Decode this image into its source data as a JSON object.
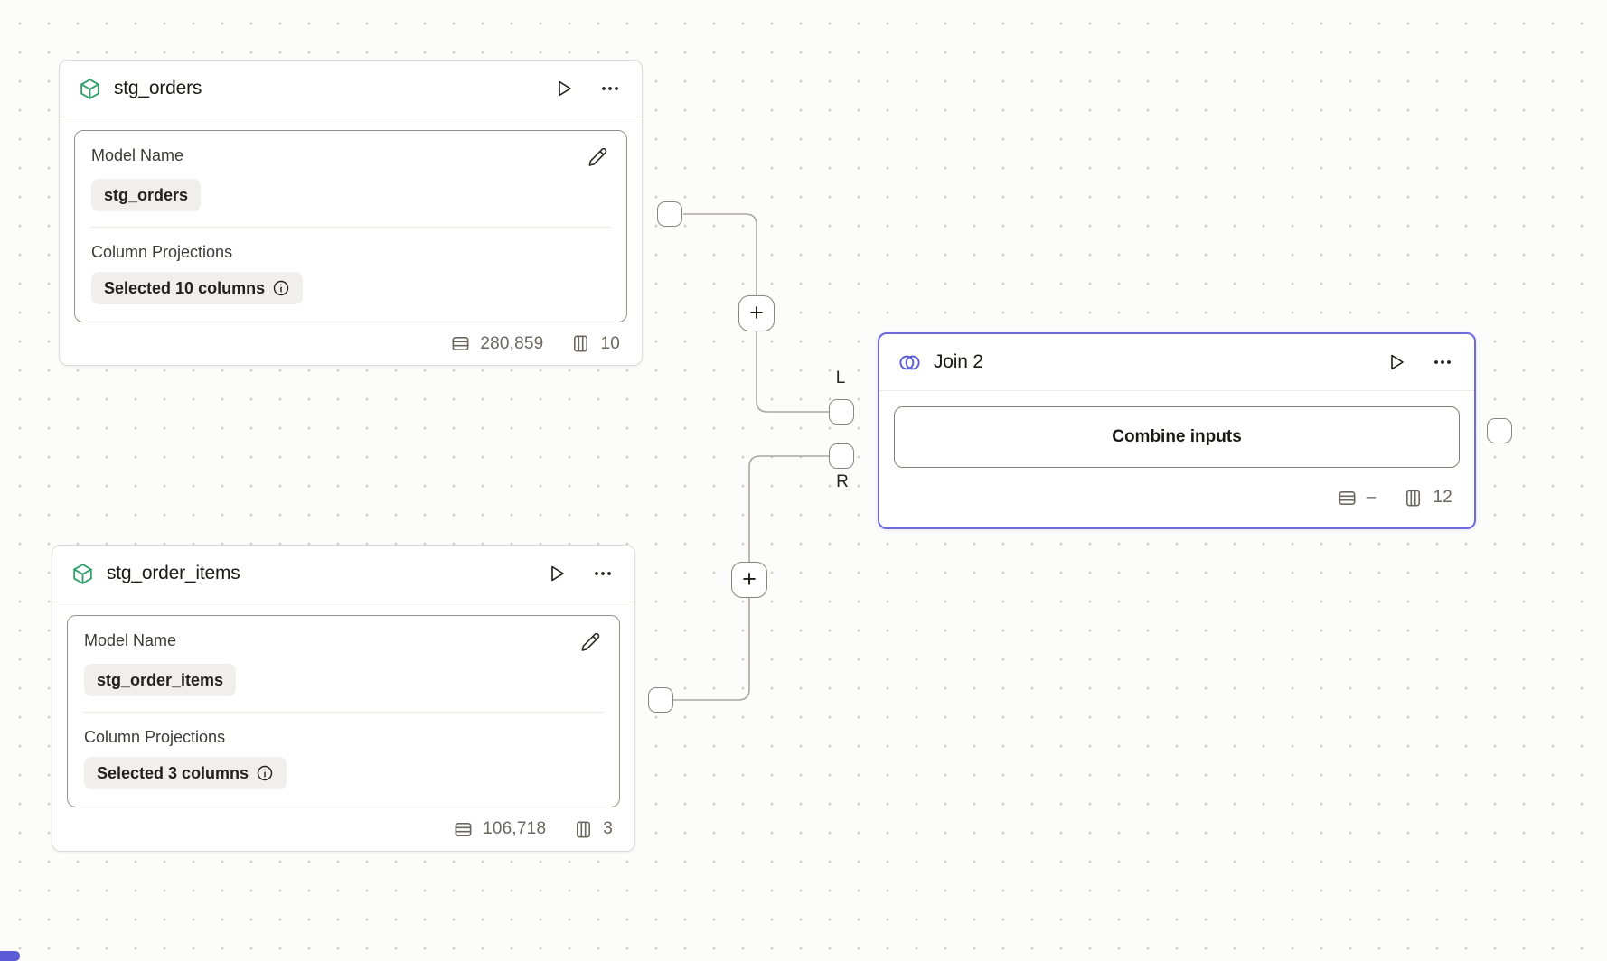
{
  "colors": {
    "canvas_background": "#fcfcfb",
    "grid_dot": "#cfccc6",
    "node_border": "#dedcd7",
    "selected_border": "#6e6ade",
    "model_icon_green": "#2f9e68",
    "join_icon_purple": "#5b5bd6",
    "wire_gray": "#aba7a0",
    "chip_background": "#f1efec",
    "stat_text": "#6b675f",
    "cutoff_fragment_blue": "#5b5bd6"
  },
  "nodes": {
    "stg_orders": {
      "title": "stg_orders",
      "model_name_label": "Model Name",
      "model_name_value": "stg_orders",
      "column_projections_label": "Column Projections",
      "column_projections_value": "Selected 10 columns",
      "row_count": "280,859",
      "column_count": "10"
    },
    "stg_order_items": {
      "title": "stg_order_items",
      "model_name_label": "Model Name",
      "model_name_value": "stg_order_items",
      "column_projections_label": "Column Projections",
      "column_projections_value": "Selected 3 columns",
      "row_count": "106,718",
      "column_count": "3"
    },
    "join": {
      "title": "Join 2",
      "combine_button_label": "Combine inputs",
      "row_count": "–",
      "column_count": "12",
      "left_port_label": "L",
      "right_port_label": "R"
    }
  },
  "controls": {
    "plus_label": "+"
  }
}
